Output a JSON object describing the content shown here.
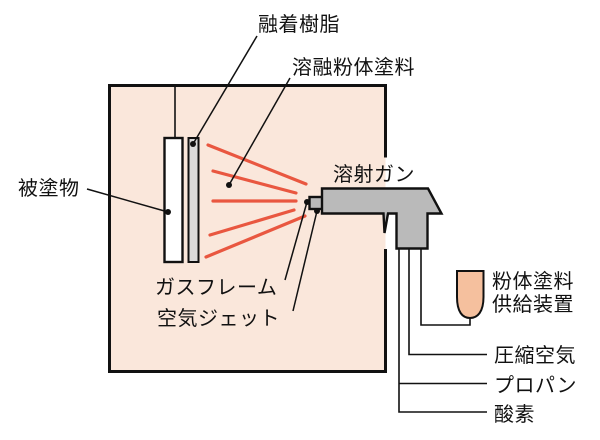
{
  "labels": {
    "fused_resin": "融着樹脂",
    "molten_powder_coating": "溶融粉体塗料",
    "workpiece": "被塗物",
    "spray_gun": "溶射ガン",
    "gas_flame": "ガスフレーム",
    "air_jet": "空気ジェット",
    "powder_supply_line1": "粉体塗料",
    "powder_supply_line2": "供給装置",
    "compressed_air": "圧縮空気",
    "propane": "プロパン",
    "oxygen": "酸素"
  },
  "colors": {
    "chamber_fill": "#FAE7DB",
    "flame_red": "#E95740",
    "gun_gray": "#BABABA",
    "resin_gray": "#DADADA",
    "container_fill": "#F5C09E",
    "line_black": "#111111"
  }
}
